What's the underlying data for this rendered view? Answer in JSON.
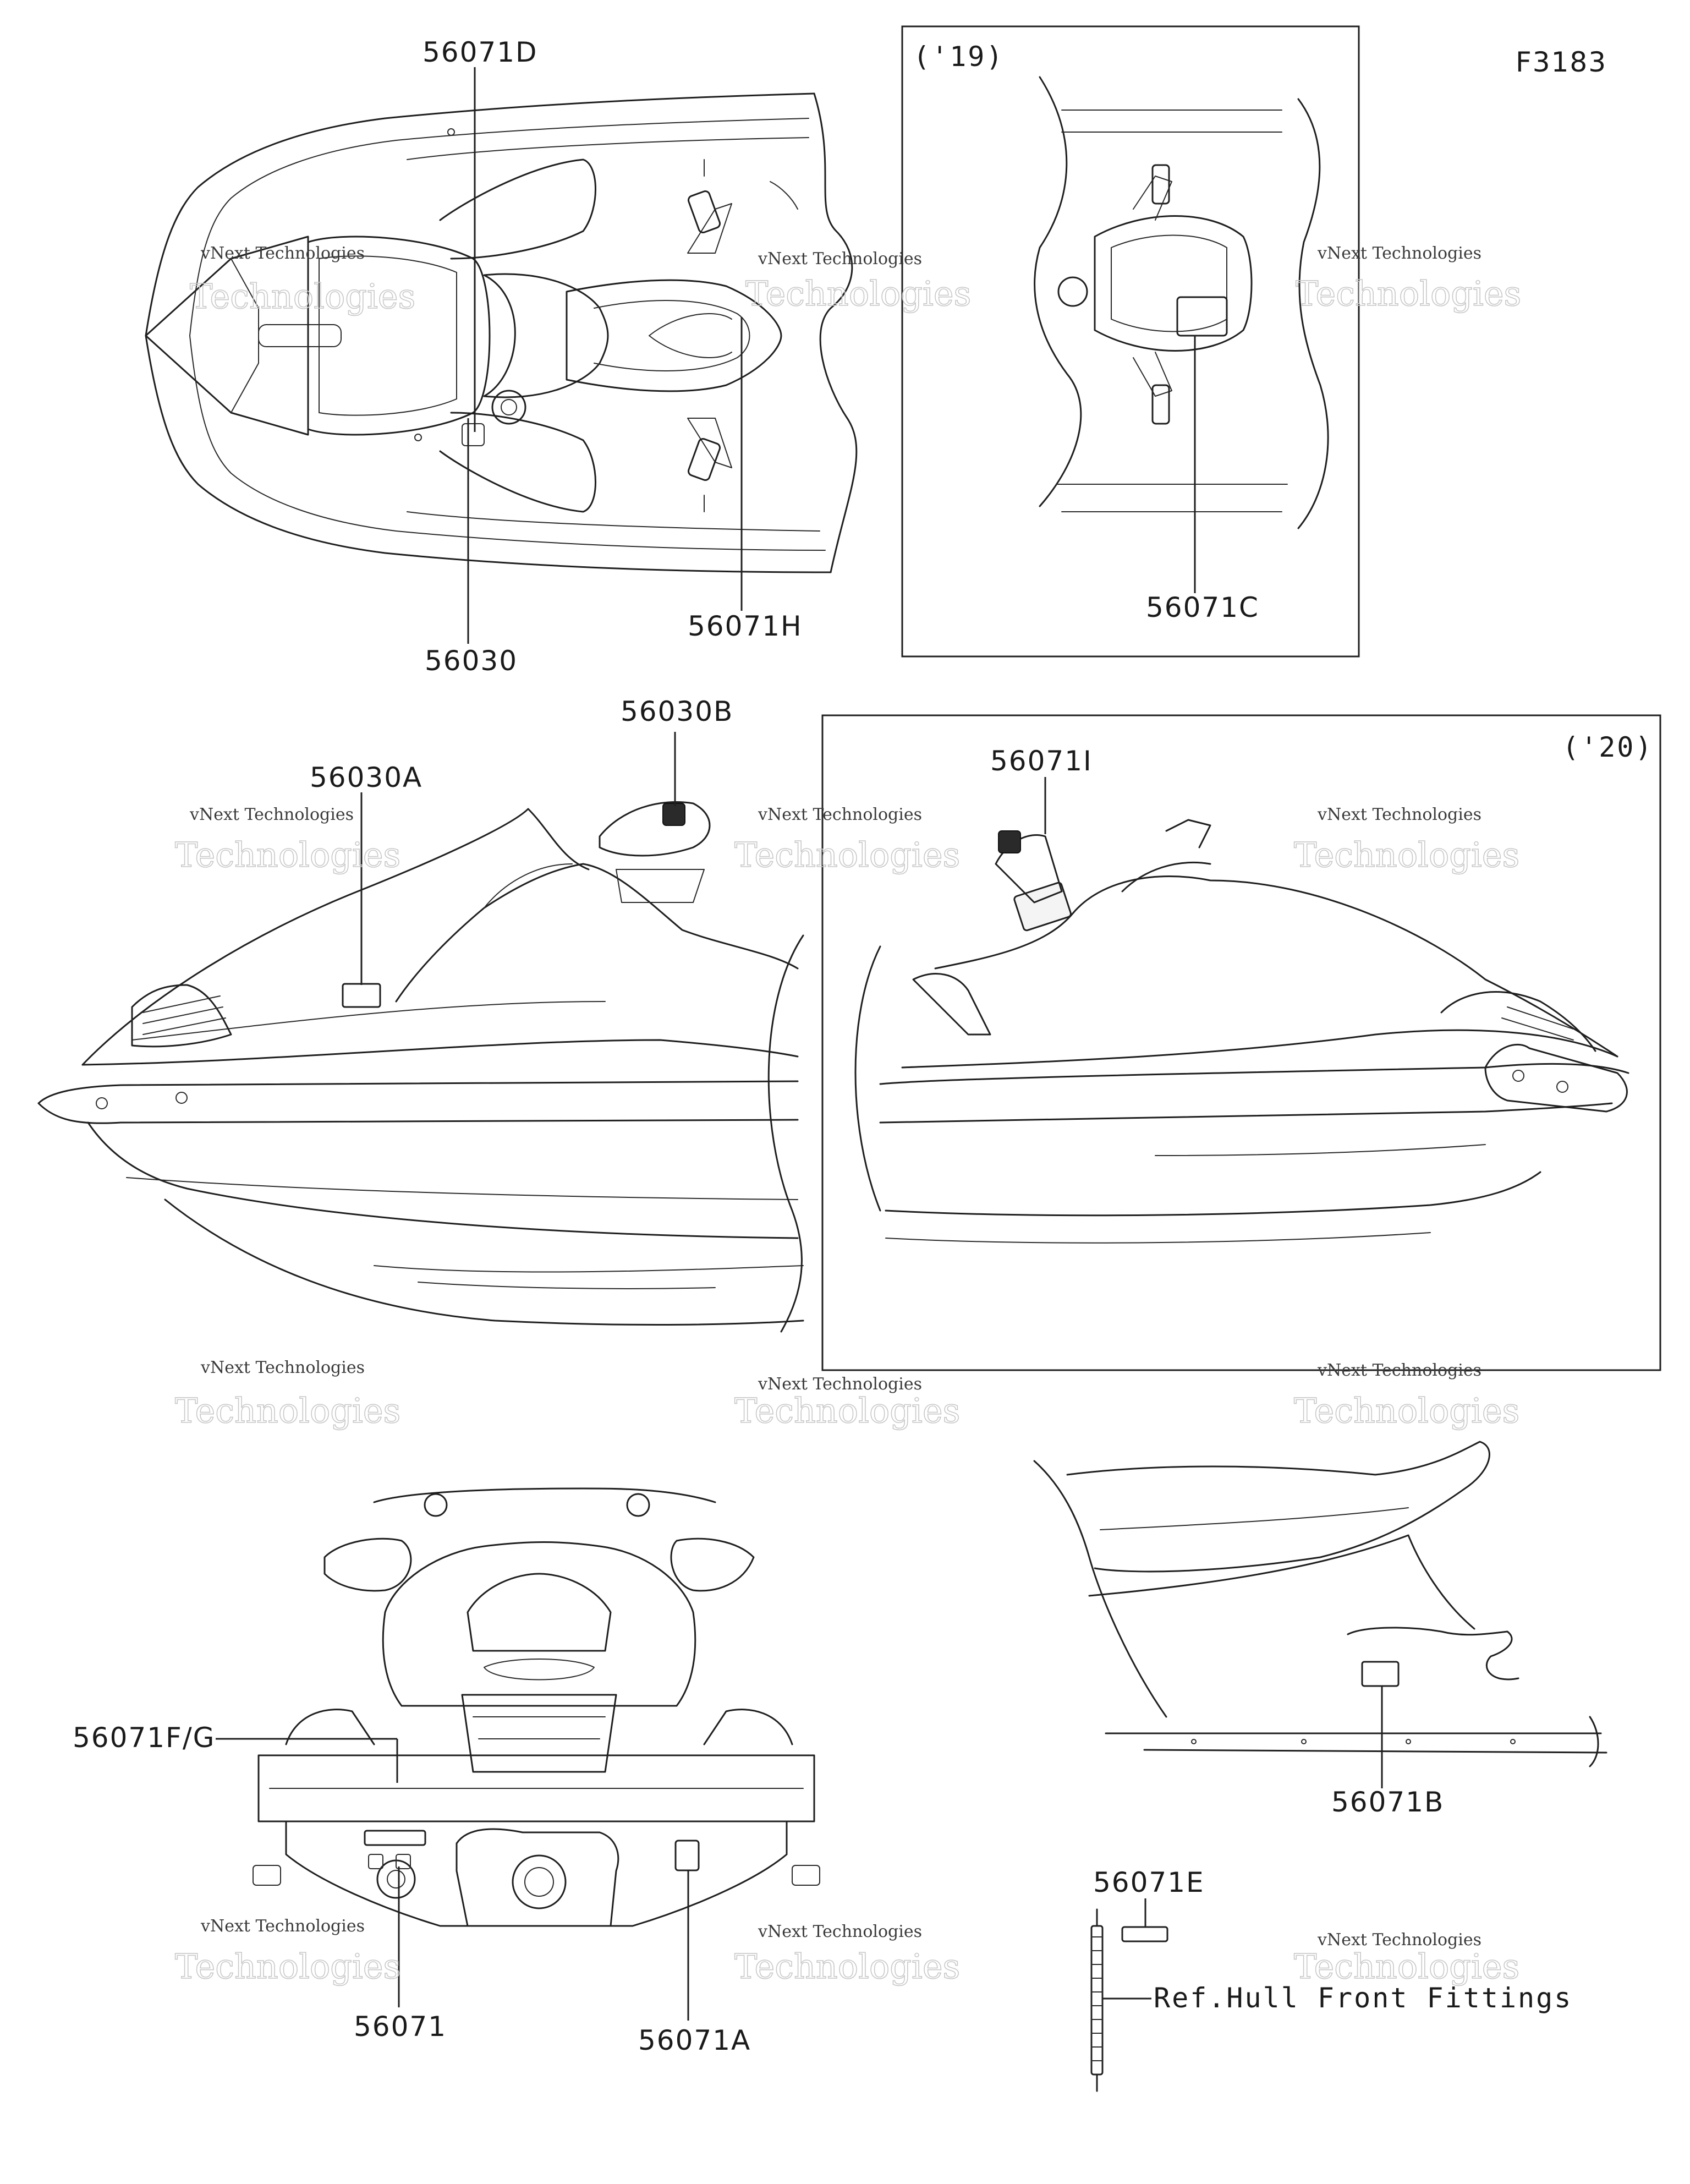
{
  "figure_code": "F3183",
  "year_labels": {
    "y19": "('19)",
    "y20": "('20)"
  },
  "part_labels": {
    "p56071D": "56071D",
    "p56030": "56030",
    "p56071H": "56071H",
    "p56071C": "56071C",
    "p56030B": "56030B",
    "p56030A": "56030A",
    "p56071I": "56071I",
    "p56071FG": "56071F/G",
    "p56071": "56071",
    "p56071A": "56071A",
    "p56071B": "56071B",
    "p56071E": "56071E"
  },
  "reference_note": "Ref.Hull Front Fittings",
  "watermark": {
    "line1": "vNext Technologies",
    "line2": "Technologies"
  }
}
